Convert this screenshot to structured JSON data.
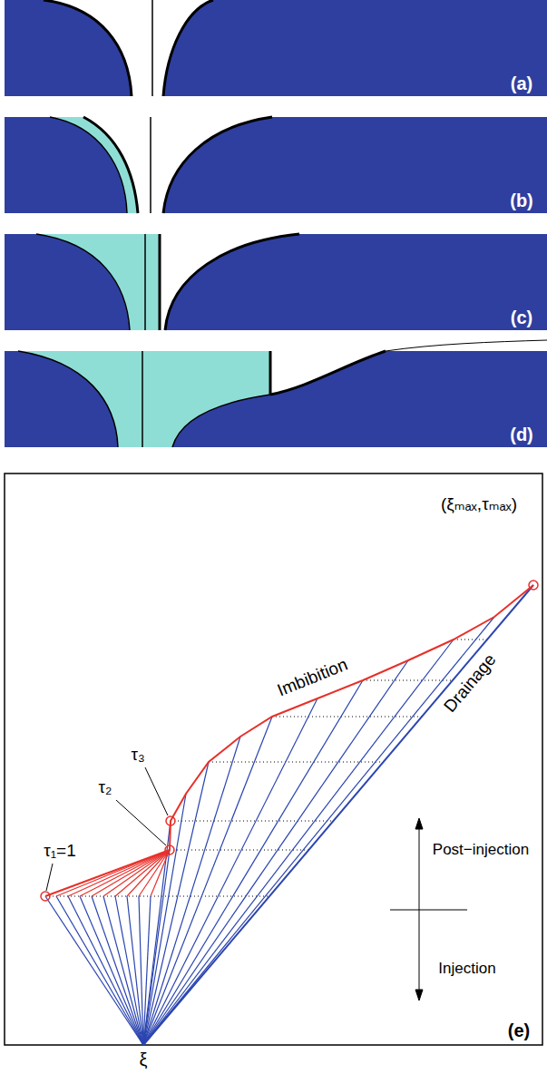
{
  "diagram": {
    "labels": [
      "(a)",
      "(b)",
      "(c)",
      "(d)",
      "(ξₘₐₓ,τₘₐₓ)",
      "Imbibition",
      "τ₃",
      "τ₂",
      "τ₁=1",
      "Post−injection",
      "Drainage",
      "Injection",
      "(e)",
      "ξ"
    ]
  }
}
